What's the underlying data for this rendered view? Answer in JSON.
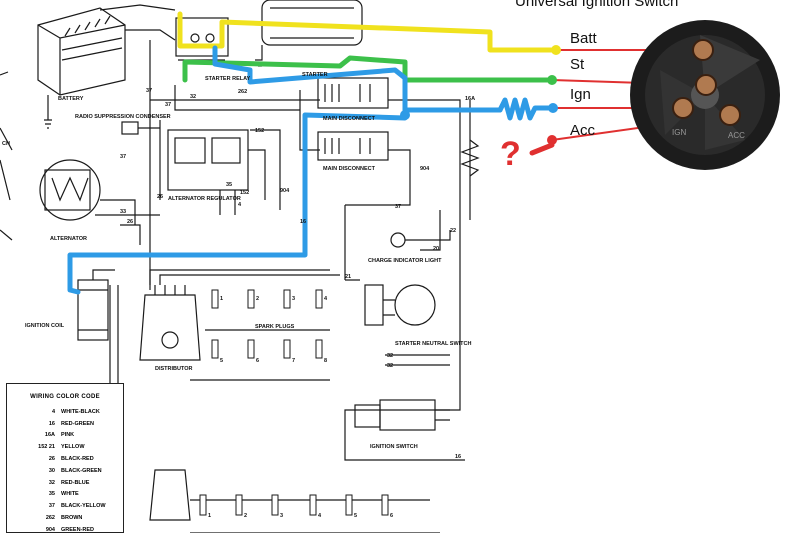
{
  "diagram": {
    "component_labels": {
      "battery": "BATTERY",
      "radio_condenser": "RADIO SUPPRESSION CONDENSER",
      "alternator": "ALTERNATOR",
      "alternator_regulator": "ALTERNATOR REGULATOR",
      "starter_relay": "STARTER RELAY",
      "starter": "STARTER",
      "main_disconnect_1": "MAIN DISCONNECT",
      "main_disconnect_2": "MAIN DISCONNECT",
      "charge_indicator": "CHARGE INDICATOR LIGHT",
      "starter_neutral_switch": "STARTER NEUTRAL SWITCH",
      "ignition_switch": "IGNITION SWITCH",
      "ignition_coil": "IGNITION COIL",
      "distributor": "DISTRIBUTOR",
      "spark_plugs": "SPARK PLUGS"
    },
    "wire_numbers": {
      "w37a": "37",
      "w37b": "37",
      "w37c": "37",
      "w37d": "37",
      "w32a": "32",
      "w262": "262",
      "w16a": "16A",
      "w152a": "152",
      "w26a": "26",
      "w26b": "26",
      "w35": "35",
      "w152b": "152",
      "w904a": "904",
      "w904b": "904",
      "w4": "4",
      "w16": "16",
      "w21": "21",
      "w20": "20",
      "w22": "22",
      "w32b": "32",
      "w32c": "32",
      "w16b": "16",
      "w33": "33",
      "wtrunc": "CH"
    },
    "plug_numbers": [
      "1",
      "2",
      "3",
      "4",
      "5",
      "6",
      "7",
      "8"
    ],
    "lower_plug_numbers": [
      "1",
      "2",
      "3",
      "4",
      "5",
      "6"
    ],
    "switch_title": "Universal Ignition Switch",
    "switch_terminals": [
      "Batt",
      "St",
      "Ign",
      "Acc"
    ],
    "switch_face_labels": [
      "IGN",
      "ACC"
    ],
    "question_mark": "?"
  },
  "legend": {
    "title": "WIRING COLOR CODE",
    "rows": [
      {
        "code": "4",
        "name": "WHITE-BLACK"
      },
      {
        "code": "16",
        "name": "RED-GREEN"
      },
      {
        "code": "16A",
        "name": "PINK"
      },
      {
        "code": "152  21",
        "name": "YELLOW"
      },
      {
        "code": "26",
        "name": "BLACK-RED"
      },
      {
        "code": "30",
        "name": "BLACK-GREEN"
      },
      {
        "code": "32",
        "name": "RED-BLUE"
      },
      {
        "code": "35",
        "name": "WHITE"
      },
      {
        "code": "37",
        "name": "BLACK-YELLOW"
      },
      {
        "code": "262",
        "name": "BROWN"
      },
      {
        "code": "904",
        "name": "GREEN-RED"
      }
    ]
  },
  "colors": {
    "yellow_wire": "#f0e21e",
    "green_wire": "#3cc04a",
    "blue_wire": "#2e9be6",
    "red_wire": "#e03030",
    "ink": "#1a1a1a"
  }
}
